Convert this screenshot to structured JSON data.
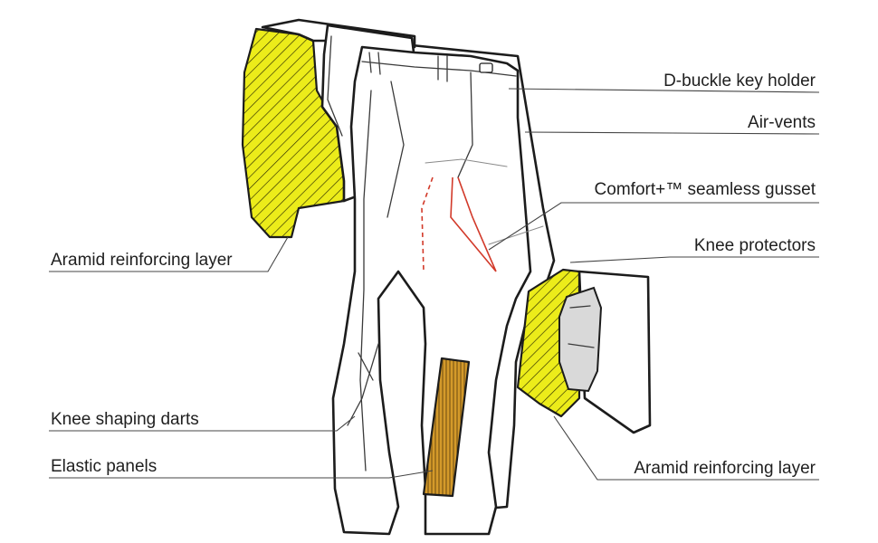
{
  "colors": {
    "aramid": "#ecec1a",
    "aramid_hatch": "#2a2a00",
    "elastic": "#d49a2a",
    "elastic_stripe": "#6b4a10",
    "knee_protector": "#d9d9d9",
    "gusset_seam": "#d23a2a",
    "line": "#1c1c1c",
    "callout_text": "#1f1f1f"
  },
  "callouts": {
    "d_buckle": "D-buckle key holder",
    "air_vents": "Air-vents",
    "gusset": "Comfort+™ seamless gusset",
    "knee_protectors": "Knee protectors",
    "aramid_hip": "Aramid reinforcing layer",
    "knee_darts": "Knee shaping darts",
    "elastic_panels": "Elastic panels",
    "aramid_knee": "Aramid reinforcing layer"
  }
}
